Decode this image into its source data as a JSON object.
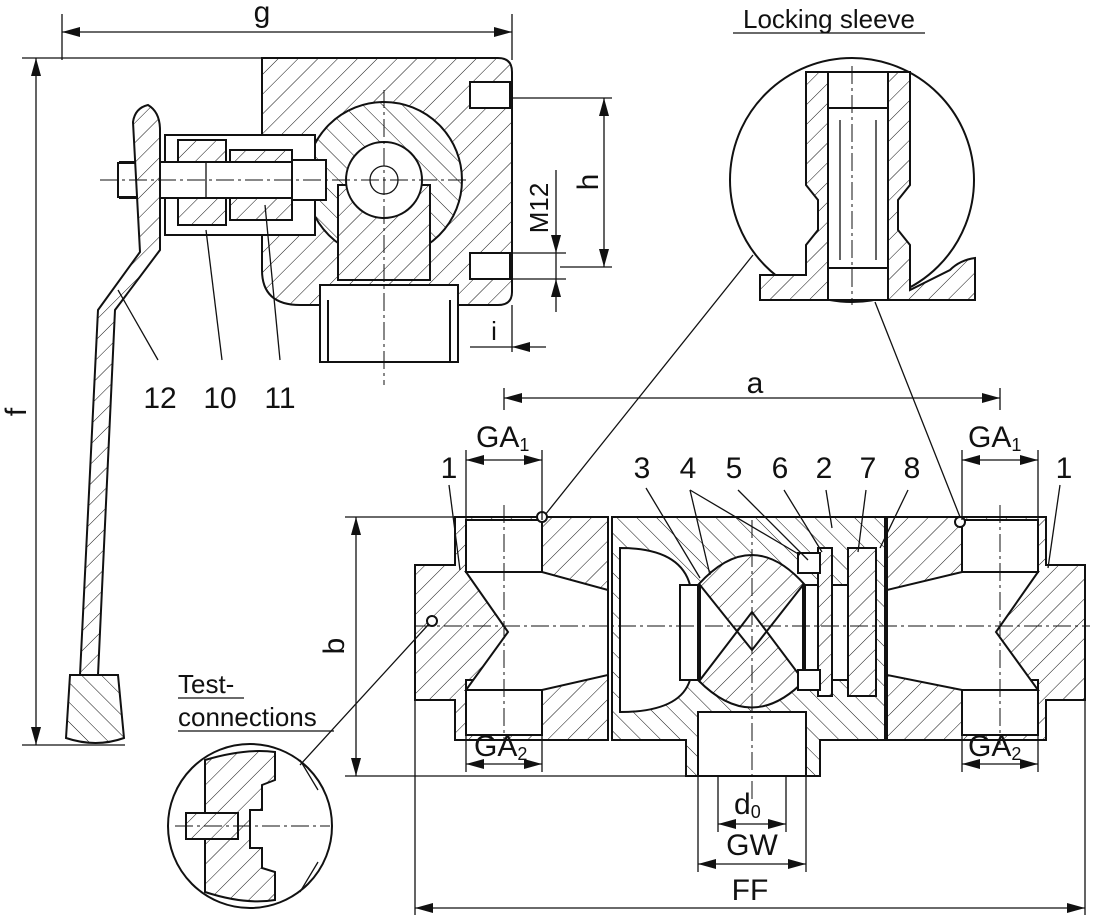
{
  "labels": {
    "g": "g",
    "f": "f",
    "h": "h",
    "m12": "M12",
    "i": "i",
    "a": "a",
    "b": "b",
    "ff": "FF",
    "d0_main": "d",
    "d0_sub": "0",
    "gw": "GW",
    "ga1_left_main": "GA",
    "ga1_left_sub": "1",
    "ga1_right_main": "GA",
    "ga1_right_sub": "1",
    "ga2_left_main": "GA",
    "ga2_left_sub": "2",
    "ga2_right_main": "GA",
    "ga2_right_sub": "2",
    "locking_sleeve": "Locking sleeve",
    "test_line1": "Test-",
    "test_line2": "connections"
  },
  "part_numbers": {
    "p12": "12",
    "p10": "10",
    "p11": "11",
    "p1_left": "1",
    "p3": "3",
    "p4": "4",
    "p5": "5",
    "p6": "6",
    "p2": "2",
    "p7": "7",
    "p8": "8",
    "p1_right": "1"
  }
}
